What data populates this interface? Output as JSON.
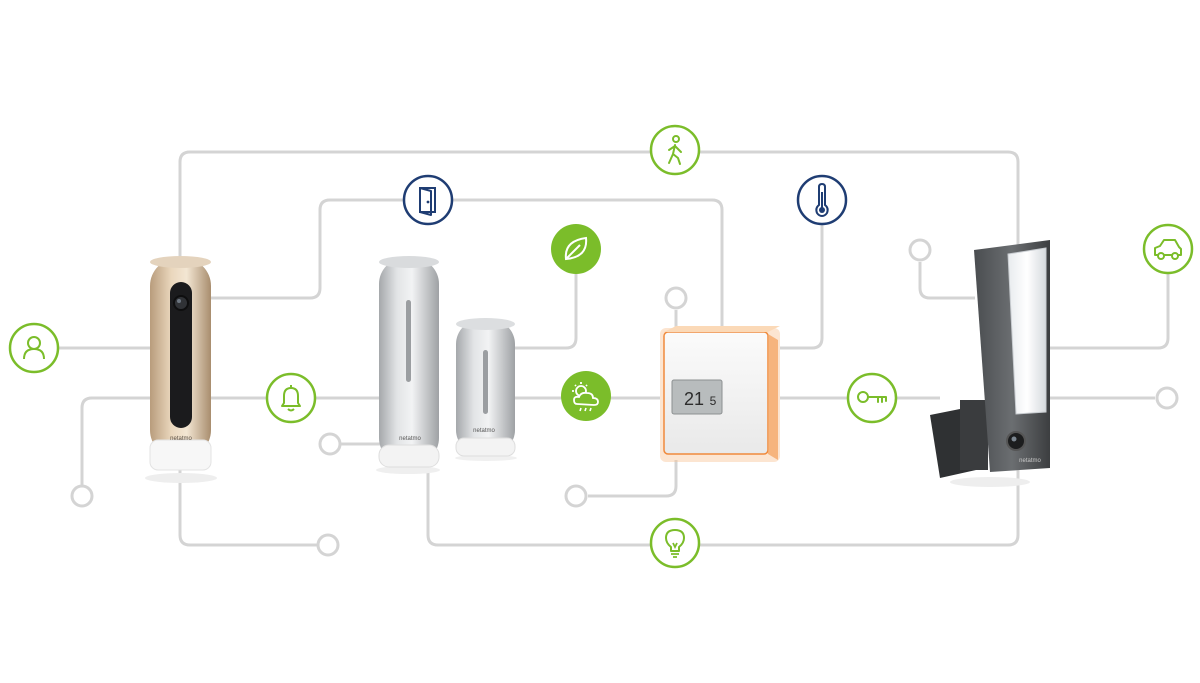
{
  "colors": {
    "line": "#d4d4d4",
    "green": "#7bbd2a",
    "navy": "#1f3d73",
    "thermostat_accent": "#f08a3c"
  },
  "devices": {
    "camera": {
      "brand": "netatmo"
    },
    "weather_station": {
      "brand": "netatmo"
    },
    "weather_module": {
      "brand": "netatmo"
    },
    "thermostat": {
      "display": "21",
      "decimal": "5"
    },
    "outdoor_camera": {
      "brand": "netatmo"
    }
  },
  "icons": {
    "person": "person-icon",
    "bell": "bell-icon",
    "walking": "walking-person-icon",
    "door": "door-icon",
    "leaf": "leaf-icon",
    "weather": "weather-icon",
    "thermometer": "thermometer-icon",
    "key": "key-icon",
    "car": "car-icon",
    "bulb": "light-bulb-icon"
  }
}
